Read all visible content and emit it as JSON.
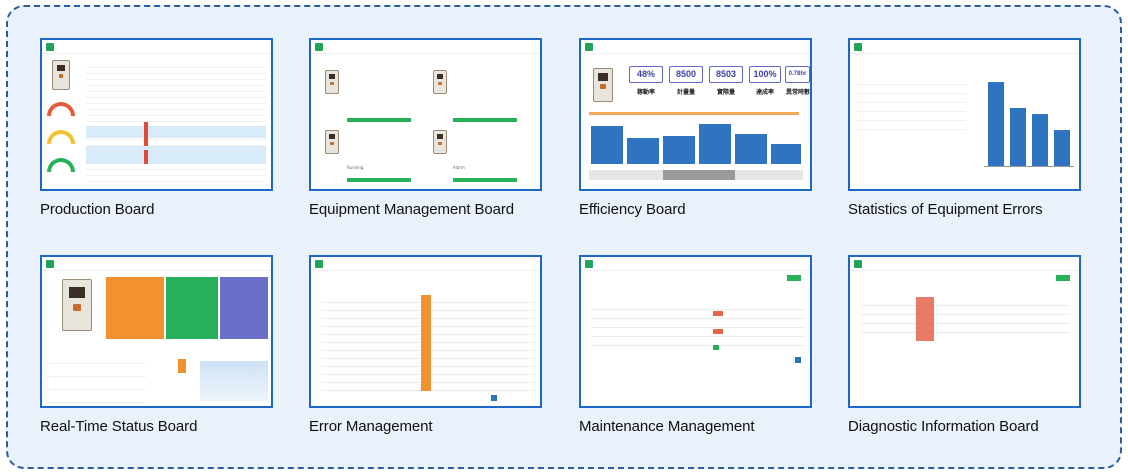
{
  "boards": [
    {
      "caption": "Production Board"
    },
    {
      "caption": "Equipment Management Board"
    },
    {
      "caption": "Efficiency Board"
    },
    {
      "caption": "Statistics of Equipment Errors"
    },
    {
      "caption": "Real-Time Status Board"
    },
    {
      "caption": "Error Management"
    },
    {
      "caption": "Maintenance Management"
    },
    {
      "caption": "Diagnostic Information Board"
    }
  ],
  "efficiency": {
    "kpis": [
      {
        "value": "48%",
        "label": "稼動率"
      },
      {
        "value": "8500",
        "label": "計畫量"
      },
      {
        "value": "8503",
        "label": "實際量"
      },
      {
        "value": "100%",
        "label": "達成率"
      },
      {
        "value": "0.78hr",
        "label": "異常時數"
      }
    ]
  },
  "equipment": {
    "status_running": "Running",
    "status_alarm": "Alarm"
  },
  "colors": {
    "frame_border": "#2c5d9a",
    "frame_bg": "#e9f1fa",
    "thumb_border": "#1f67c4",
    "accent_green": "#27b15b",
    "accent_blue": "#2f74c0",
    "accent_orange": "#f1922f"
  }
}
